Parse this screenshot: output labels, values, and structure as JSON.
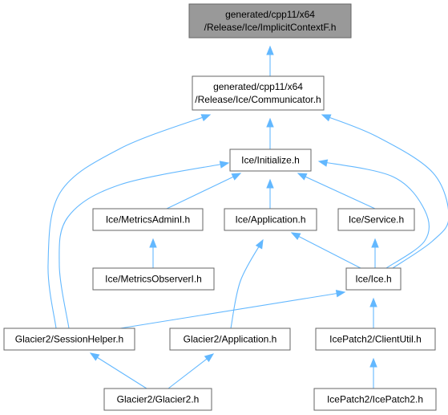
{
  "graph": {
    "nodes": [
      {
        "id": "implicitcontextf",
        "lines": [
          "generated/cpp11/x64",
          "/Release/Ice/ImplicitContextF.h"
        ],
        "highlight": true
      },
      {
        "id": "communicator",
        "lines": [
          "generated/cpp11/x64",
          "/Release/Ice/Communicator.h"
        ]
      },
      {
        "id": "initialize",
        "lines": [
          "Ice/Initialize.h"
        ]
      },
      {
        "id": "metricsadmini",
        "lines": [
          "Ice/MetricsAdminI.h"
        ]
      },
      {
        "id": "application",
        "lines": [
          "Ice/Application.h"
        ]
      },
      {
        "id": "service",
        "lines": [
          "Ice/Service.h"
        ]
      },
      {
        "id": "metricsobserveri",
        "lines": [
          "Ice/MetricsObserverI.h"
        ]
      },
      {
        "id": "ice",
        "lines": [
          "Ice/Ice.h"
        ]
      },
      {
        "id": "sessionhelper",
        "lines": [
          "Glacier2/SessionHelper.h"
        ]
      },
      {
        "id": "glacier2application",
        "lines": [
          "Glacier2/Application.h"
        ]
      },
      {
        "id": "clientutil",
        "lines": [
          "IcePatch2/ClientUtil.h"
        ]
      },
      {
        "id": "glacier2",
        "lines": [
          "Glacier2/Glacier2.h"
        ]
      },
      {
        "id": "icepatch2",
        "lines": [
          "IcePatch2/IcePatch2.h"
        ]
      }
    ],
    "edges": [
      {
        "from": "communicator",
        "to": "implicitcontextf"
      },
      {
        "from": "initialize",
        "to": "communicator"
      },
      {
        "from": "sessionhelper",
        "to": "communicator"
      },
      {
        "from": "ice",
        "to": "communicator"
      },
      {
        "from": "metricsadmini",
        "to": "initialize"
      },
      {
        "from": "application",
        "to": "initialize"
      },
      {
        "from": "service",
        "to": "initialize"
      },
      {
        "from": "ice",
        "to": "initialize"
      },
      {
        "from": "sessionhelper",
        "to": "initialize"
      },
      {
        "from": "metricsobserveri",
        "to": "metricsadmini"
      },
      {
        "from": "ice",
        "to": "application"
      },
      {
        "from": "glacier2application",
        "to": "application"
      },
      {
        "from": "ice",
        "to": "service"
      },
      {
        "from": "sessionhelper",
        "to": "ice"
      },
      {
        "from": "clientutil",
        "to": "ice"
      },
      {
        "from": "glacier2",
        "to": "sessionhelper"
      },
      {
        "from": "glacier2",
        "to": "glacier2application"
      },
      {
        "from": "icepatch2",
        "to": "clientutil"
      }
    ],
    "colors": {
      "edge": "#63b8ff",
      "node_border": "#666666",
      "node_fill": "#ffffff",
      "highlight_fill": "#999999",
      "text": "#000000"
    }
  }
}
